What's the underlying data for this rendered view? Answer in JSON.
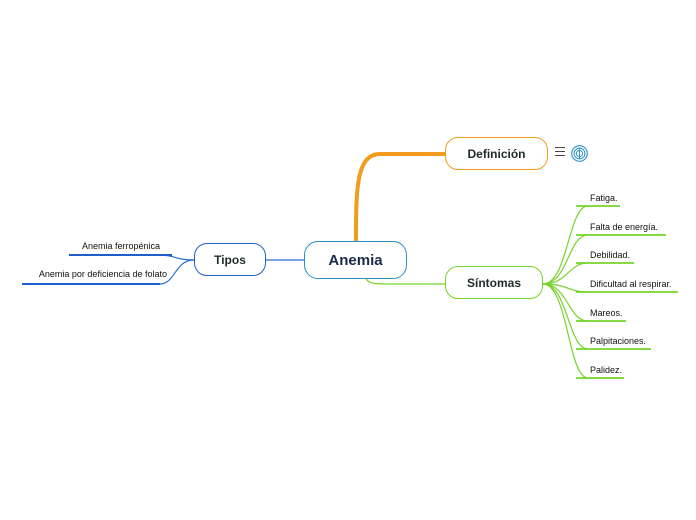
{
  "central": {
    "label": "Anemia"
  },
  "definicion": {
    "label": "Definición",
    "icons": [
      "notes-icon",
      "fingerprint-icon"
    ]
  },
  "sintomas": {
    "label": "Síntomas",
    "items": [
      "Fatiga.",
      "Falta de energía.",
      "Debilidad.",
      "Dificultad al respirar.",
      "Mareos.",
      "Palpitaciones.",
      "Palidez."
    ]
  },
  "tipos": {
    "label": "Tipos",
    "items": [
      "Anemia ferropénica",
      "Anemia por deficiencia de folato"
    ]
  },
  "colors": {
    "central": "#2a8fc7",
    "definicion": "#f29b1d",
    "sintomas": "#77d42a",
    "tipos": "#1f5fc9",
    "icon": "#2a8fc7"
  }
}
